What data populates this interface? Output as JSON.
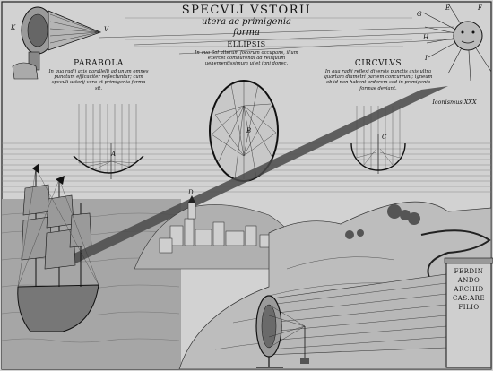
{
  "title": {
    "line1": "SPECVLI VSTORII",
    "line2": "utera ac primigenia",
    "line3": "forma"
  },
  "sections": {
    "parabola": {
      "name": "PARABOLA",
      "caption": "In qua radij axis parallelli ad unum omnes punctum efficaciter reflectuntur; cum speculi ustorij vera et primigenia forma sit."
    },
    "ellipsis": {
      "name": "ELLIPSIS",
      "caption": "In qua Sol alterum focorum occupans, illum exercet comburendi ad reliquum uehementissimum ui et igni donec."
    },
    "circulus": {
      "name": "CIRCVLVS",
      "caption": "In qua radij reflexi diversis punctis axis ultra quartam diametri partem concurrunt; igneum ob id non habent ardorem sed in primigenia formae deviant."
    }
  },
  "icon_number": "Iconismus XXX",
  "labels": {
    "a": "A",
    "b": "B",
    "c": "C",
    "d": "D",
    "e": "E",
    "f": "F",
    "g": "G",
    "h": "H",
    "i": "I",
    "k": "K",
    "v": "V"
  },
  "plaque": [
    "FERDIN",
    "ANDO",
    "ARCHID",
    "CAS.ARE",
    "FILIO"
  ],
  "colors": {
    "paper": "#d2d2d2",
    "ink": "#111111",
    "sea": "#9a9a9a",
    "beam": "#3a3a3a"
  }
}
